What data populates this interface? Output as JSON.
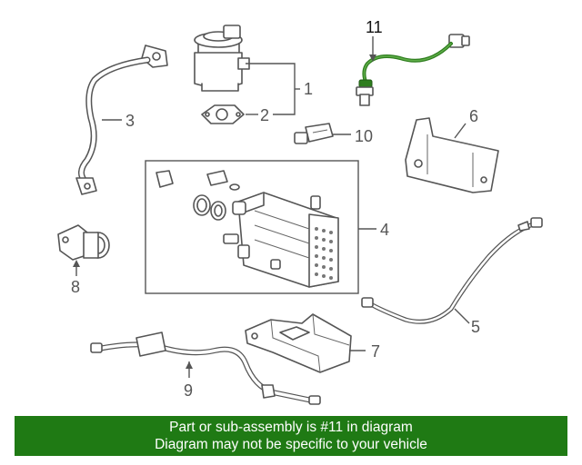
{
  "callouts": {
    "c1": "1",
    "c2": "2",
    "c3": "3",
    "c4": "4",
    "c5": "5",
    "c6": "6",
    "c7": "7",
    "c8": "8",
    "c9": "9",
    "c10": "10",
    "c11": "11"
  },
  "highlight_part": "11",
  "colors": {
    "banner_bg": "#1f7a14",
    "highlight_wire": "#2e7d1e",
    "line": "#555555"
  },
  "banner": {
    "line1": "Part or sub-assembly is #11 in diagram",
    "line2": "Diagram may not be specific to your vehicle"
  }
}
